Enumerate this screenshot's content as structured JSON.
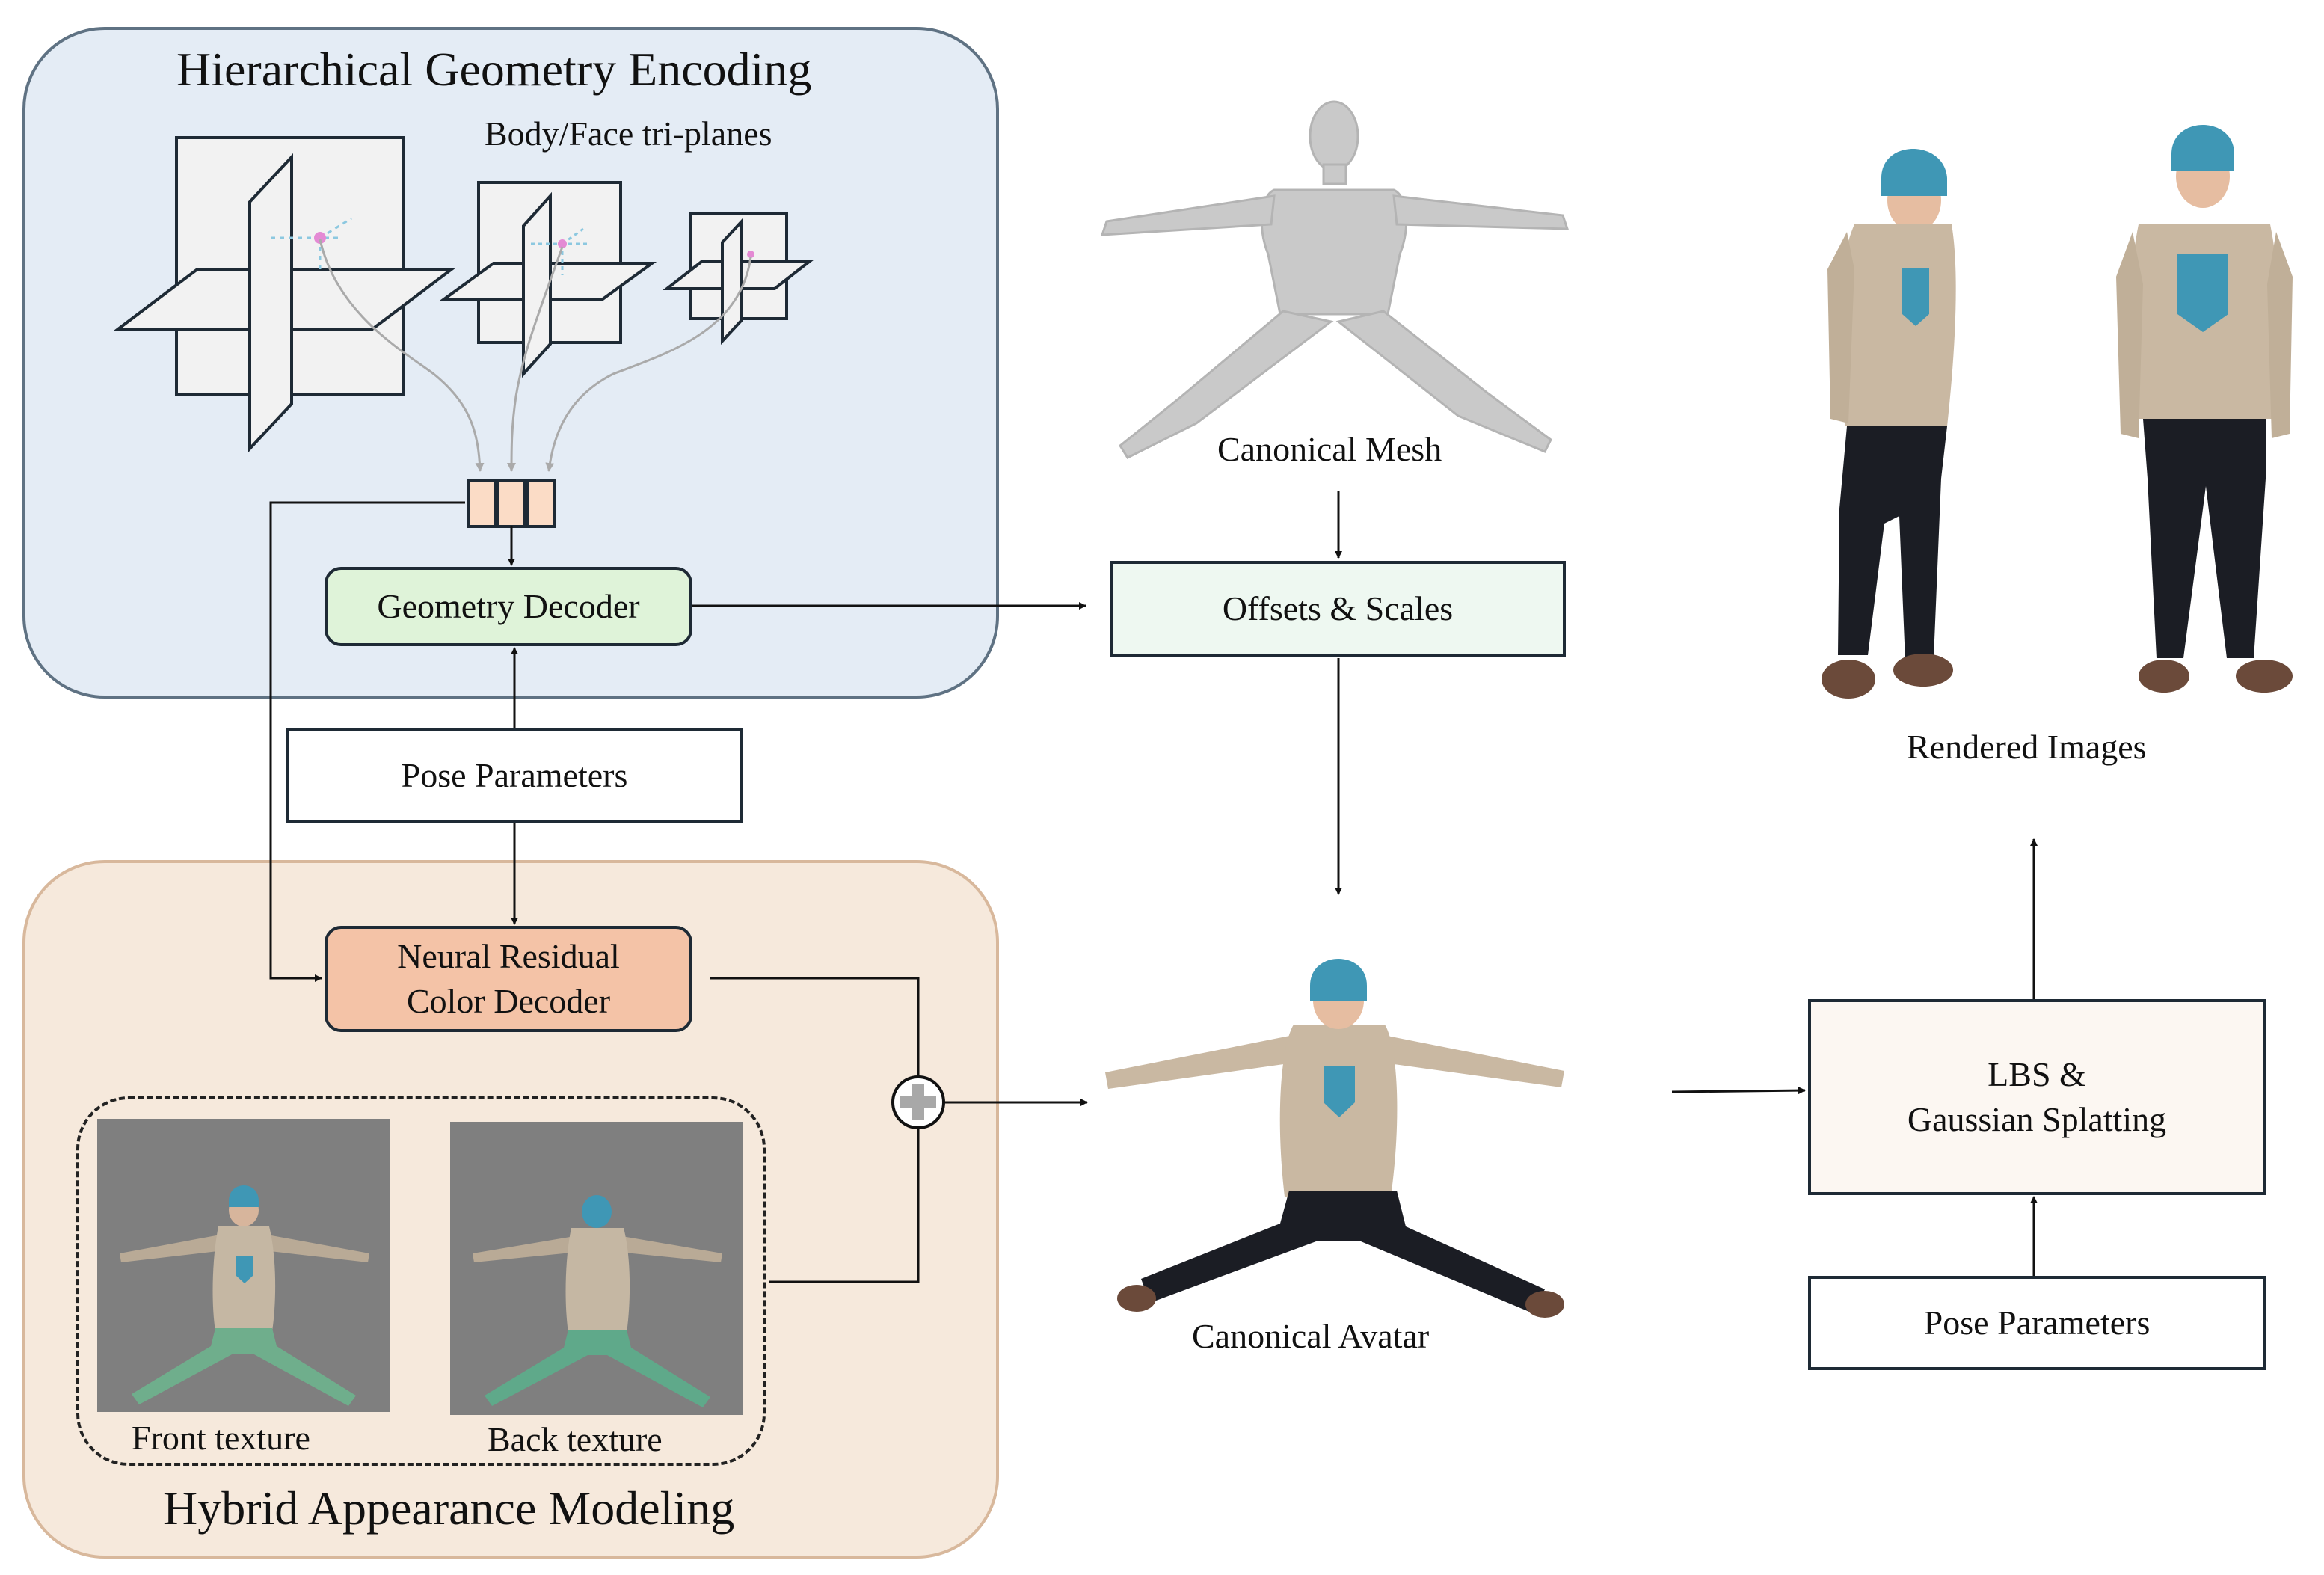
{
  "geometry_section": {
    "title": "Hierarchical Geometry Encoding",
    "triplanes_label": "Body/Face tri-planes",
    "decoder_label": "Geometry Decoder"
  },
  "pose_parameters_left": "Pose Parameters",
  "appearance_section": {
    "title": "Hybrid Appearance Modeling",
    "color_decoder_line1": "Neural Residual",
    "color_decoder_line2": "Color Decoder",
    "front_texture_label": "Front texture",
    "back_texture_label": "Back texture"
  },
  "canonical_mesh_label": "Canonical Mesh",
  "offsets_scales_label": "Offsets & Scales",
  "canonical_avatar_label": "Canonical Avatar",
  "lbs_box": {
    "line1": "LBS &",
    "line2": "Gaussian Splatting"
  },
  "pose_parameters_right": "Pose Parameters",
  "rendered_images_label": "Rendered Images",
  "colors": {
    "geometry_panel": "#e4ecf5",
    "appearance_panel": "#f6e9dc",
    "geometry_decoder_fill": "#dff3d9",
    "offsets_fill": "#eef8f1",
    "color_decoder_fill": "#f4c3a7",
    "lbs_fill": "#fcf7f2",
    "feature_cell_fill": "#fbdcc6",
    "hat": "#3f97b5",
    "hoodie": "#c9b8a2",
    "pants": "#1b1d24"
  }
}
